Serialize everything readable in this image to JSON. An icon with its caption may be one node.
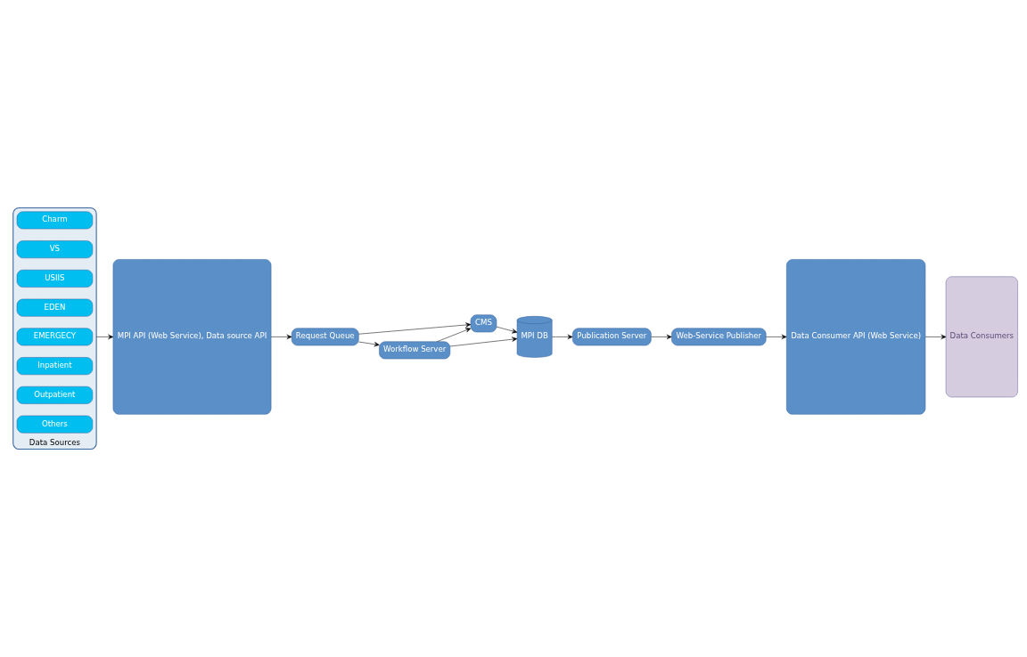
{
  "diagram": {
    "nodes": [
      {
        "text": [
          "Data Sources"
        ]
      },
      {
        "text": [
          "Charm"
        ],
        "in": 0
      },
      {
        "text": [
          "VS"
        ],
        "in": 0
      },
      {
        "text": [
          "USIIS"
        ],
        "in": 0
      },
      {
        "text": [
          "EDEN"
        ],
        "in": 0
      },
      {
        "text": [
          "EMERGECY"
        ],
        "in": 0
      },
      {
        "text": [
          "Inpatient"
        ],
        "in": 0
      },
      {
        "text": [
          "Outpatient"
        ],
        "in": 0
      },
      {
        "text": [
          "Others"
        ],
        "in": 0
      },
      {
        "text": [
          "MPI API (Web Service), Data source API"
        ]
      },
      {
        "text": [
          "Request Queue"
        ]
      },
      {
        "text": [
          "CMS"
        ]
      },
      {
        "text": [
          "Workflow Server"
        ]
      },
      {
        "text": [
          "MPI DB"
        ]
      },
      {
        "text": [
          "Publication Server"
        ]
      },
      {
        "text": [
          "Web-Service Publisher"
        ]
      },
      {
        "text": [
          "Data Consumer API (Web Service)"
        ]
      },
      {
        "text": [
          "Data Consumers"
        ]
      }
    ],
    "edges": [
      {
        "from": 0,
        "to": 9,
        "arrow": "to"
      },
      {
        "from": 9,
        "to": 10,
        "arrow": "to"
      },
      {
        "from": 10,
        "to": 11,
        "arrow": "to"
      },
      {
        "from": 10,
        "to": 12,
        "arrow": "to"
      },
      {
        "from": 12,
        "to": 11,
        "arrow": "to"
      },
      {
        "from": 11,
        "to": 13,
        "arrow": "to"
      },
      {
        "from": 12,
        "to": 13,
        "arrow": "to"
      },
      {
        "from": 13,
        "to": 14,
        "arrow": "to"
      },
      {
        "from": 14,
        "to": 15,
        "arrow": "to"
      },
      {
        "from": 15,
        "to": 16,
        "arrow": "to"
      },
      {
        "from": 16,
        "to": 17,
        "arrow": "to"
      }
    ]
  }
}
